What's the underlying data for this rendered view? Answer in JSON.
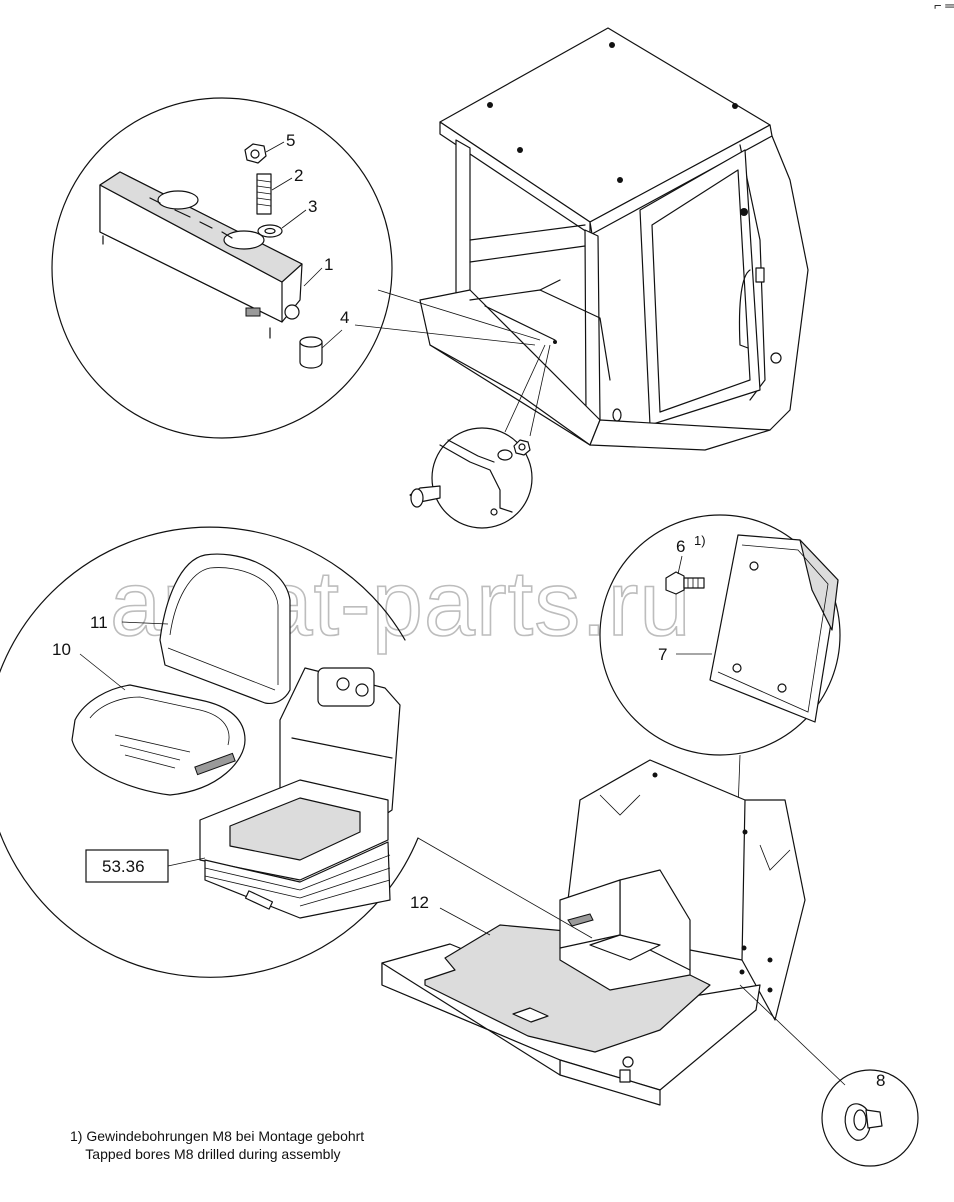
{
  "diagram": {
    "watermark": "ansat-parts.ru",
    "corner_mark": "⌐ ═",
    "callouts": {
      "c1": "1",
      "c2": "2",
      "c3": "3",
      "c4": "4",
      "c5": "5",
      "c6": "6",
      "c6_note": "1)",
      "c7": "7",
      "c8": "8",
      "c10": "10",
      "c11": "11",
      "c12": "12"
    },
    "reference_box": "53.36"
  },
  "footnote": {
    "line1": "1) Gewindebohrungen M8 bei Montage gebohrt",
    "line2": "    Tapped bores M8 drilled during assembly"
  }
}
